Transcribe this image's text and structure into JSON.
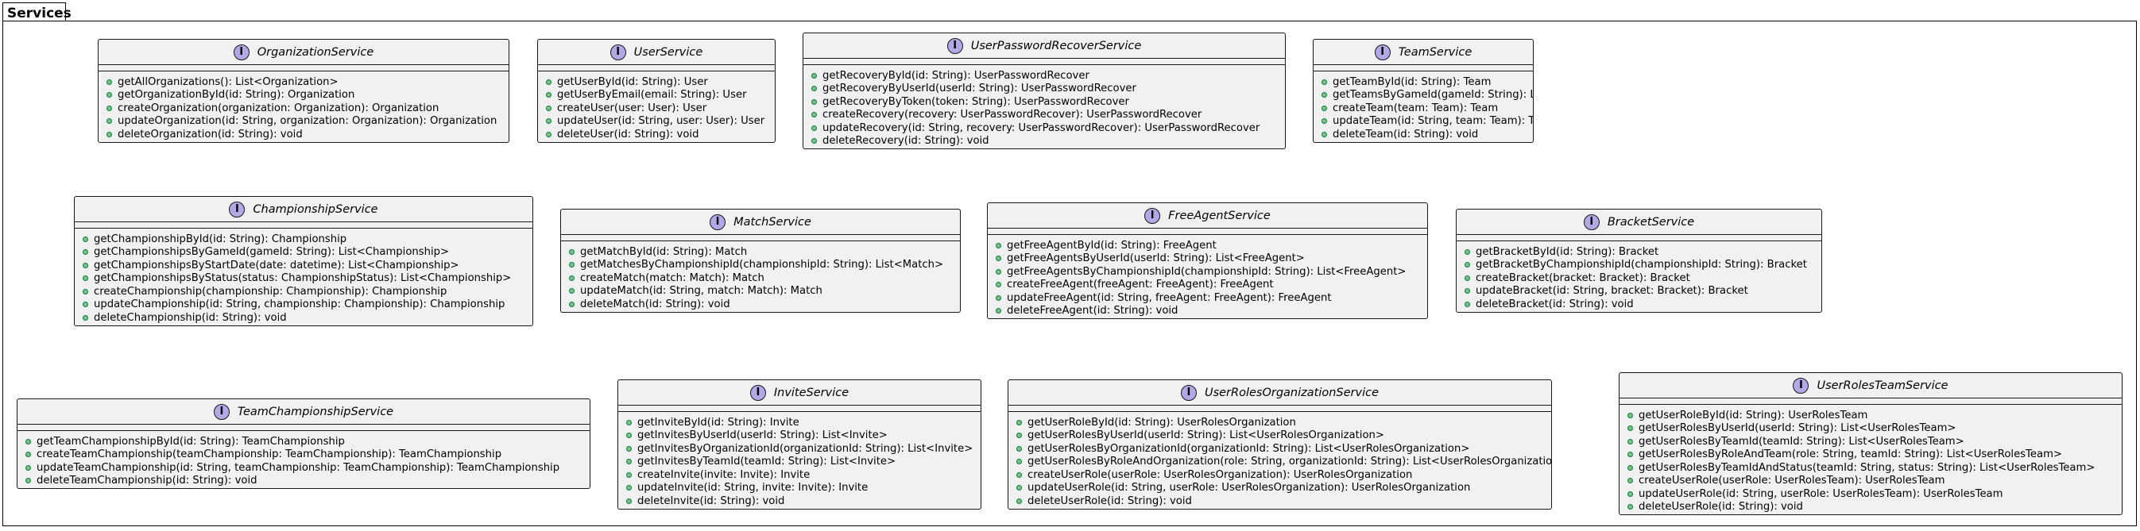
{
  "package": {
    "title": "Services"
  },
  "classes": [
    {
      "name": "OrganizationService",
      "stereotype": "I",
      "methods": [
        "getAllOrganizations(): List<Organization>",
        "getOrganizationById(id: String): Organization",
        "createOrganization(organization: Organization): Organization",
        "updateOrganization(id: String, organization: Organization): Organization",
        "deleteOrganization(id: String): void"
      ]
    },
    {
      "name": "UserService",
      "stereotype": "I",
      "methods": [
        "getUserById(id: String): User",
        "getUserByEmail(email: String): User",
        "createUser(user: User): User",
        "updateUser(id: String, user: User): User",
        "deleteUser(id: String): void"
      ]
    },
    {
      "name": "UserPasswordRecoverService",
      "stereotype": "I",
      "methods": [
        "getRecoveryById(id: String): UserPasswordRecover",
        "getRecoveryByUserId(userId: String): UserPasswordRecover",
        "getRecoveryByToken(token: String): UserPasswordRecover",
        "createRecovery(recovery: UserPasswordRecover): UserPasswordRecover",
        "updateRecovery(id: String, recovery: UserPasswordRecover): UserPasswordRecover",
        "deleteRecovery(id: String): void"
      ]
    },
    {
      "name": "TeamService",
      "stereotype": "I",
      "methods": [
        "getTeamById(id: String): Team",
        "getTeamsByGameId(gameId: String): List<Team>",
        "createTeam(team: Team): Team",
        "updateTeam(id: String, team: Team): Team",
        "deleteTeam(id: String): void"
      ]
    },
    {
      "name": "ChampionshipService",
      "stereotype": "I",
      "methods": [
        "getChampionshipById(id: String): Championship",
        "getChampionshipsByGameId(gameId: String): List<Championship>",
        "getChampionshipsByStartDate(date: datetime): List<Championship>",
        "getChampionshipsByStatus(status: ChampionshipStatus): List<Championship>",
        "createChampionship(championship: Championship): Championship",
        "updateChampionship(id: String, championship: Championship): Championship",
        "deleteChampionship(id: String): void"
      ]
    },
    {
      "name": "MatchService",
      "stereotype": "I",
      "methods": [
        "getMatchById(id: String): Match",
        "getMatchesByChampionshipId(championshipId: String): List<Match>",
        "createMatch(match: Match): Match",
        "updateMatch(id: String, match: Match): Match",
        "deleteMatch(id: String): void"
      ]
    },
    {
      "name": "FreeAgentService",
      "stereotype": "I",
      "methods": [
        "getFreeAgentById(id: String): FreeAgent",
        "getFreeAgentsByUserId(userId: String): List<FreeAgent>",
        "getFreeAgentsByChampionshipId(championshipId: String): List<FreeAgent>",
        "createFreeAgent(freeAgent: FreeAgent): FreeAgent",
        "updateFreeAgent(id: String, freeAgent: FreeAgent): FreeAgent",
        "deleteFreeAgent(id: String): void"
      ]
    },
    {
      "name": "BracketService",
      "stereotype": "I",
      "methods": [
        "getBracketById(id: String): Bracket",
        "getBracketByChampionshipId(championshipId: String): Bracket",
        "createBracket(bracket: Bracket): Bracket",
        "updateBracket(id: String, bracket: Bracket): Bracket",
        "deleteBracket(id: String): void"
      ]
    },
    {
      "name": "TeamChampionshipService",
      "stereotype": "I",
      "methods": [
        "getTeamChampionshipById(id: String): TeamChampionship",
        "createTeamChampionship(teamChampionship: TeamChampionship): TeamChampionship",
        "updateTeamChampionship(id: String, teamChampionship: TeamChampionship): TeamChampionship",
        "deleteTeamChampionship(id: String): void"
      ]
    },
    {
      "name": "InviteService",
      "stereotype": "I",
      "methods": [
        "getInviteById(id: String): Invite",
        "getInvitesByUserId(userId: String): List<Invite>",
        "getInvitesByOrganizationId(organizationId: String): List<Invite>",
        "getInvitesByTeamId(teamId: String): List<Invite>",
        "createInvite(invite: Invite): Invite",
        "updateInvite(id: String, invite: Invite): Invite",
        "deleteInvite(id: String): void"
      ]
    },
    {
      "name": "UserRolesOrganizationService",
      "stereotype": "I",
      "methods": [
        "getUserRoleById(id: String): UserRolesOrganization",
        "getUserRolesByUserId(userId: String): List<UserRolesOrganization>",
        "getUserRolesByOrganizationId(organizationId: String): List<UserRolesOrganization>",
        "getUserRolesByRoleAndOrganization(role: String, organizationId: String): List<UserRolesOrganization>",
        "createUserRole(userRole: UserRolesOrganization): UserRolesOrganization",
        "updateUserRole(id: String, userRole: UserRolesOrganization): UserRolesOrganization",
        "deleteUserRole(id: String): void"
      ]
    },
    {
      "name": "UserRolesTeamService",
      "stereotype": "I",
      "methods": [
        "getUserRoleById(id: String): UserRolesTeam",
        "getUserRolesByUserId(userId: String): List<UserRolesTeam>",
        "getUserRolesByTeamId(teamId: String): List<UserRolesTeam>",
        "getUserRolesByRoleAndTeam(role: String, teamId: String): List<UserRolesTeam>",
        "getUserRolesByTeamIdAndStatus(teamId: String, status: String): List<UserRolesTeam>",
        "createUserRole(userRole: UserRolesTeam): UserRolesTeam",
        "updateUserRole(id: String, userRole: UserRolesTeam): UserRolesTeam",
        "deleteUserRole(id: String): void"
      ]
    }
  ]
}
